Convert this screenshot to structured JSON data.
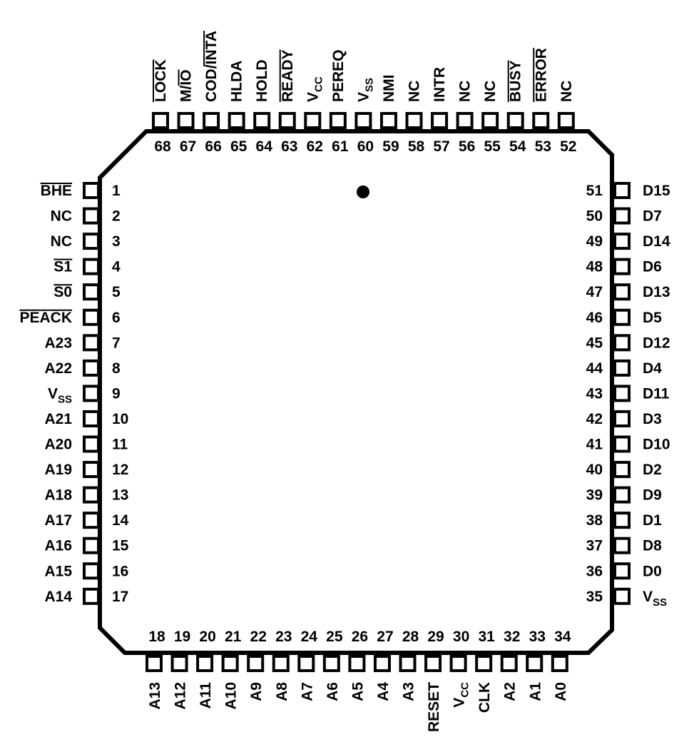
{
  "left_pins": [
    {
      "num": "1",
      "label": "BHE",
      "overbar": true
    },
    {
      "num": "2",
      "label": "NC"
    },
    {
      "num": "3",
      "label": "NC"
    },
    {
      "num": "4",
      "label": "S1",
      "overbar": true
    },
    {
      "num": "5",
      "label": "S0",
      "overbar": true
    },
    {
      "num": "6",
      "label": "PEACK",
      "overbar": true
    },
    {
      "num": "7",
      "label": "A23"
    },
    {
      "num": "8",
      "label": "A22"
    },
    {
      "num": "9",
      "label": "V",
      "sub": "SS"
    },
    {
      "num": "10",
      "label": "A21"
    },
    {
      "num": "11",
      "label": "A20"
    },
    {
      "num": "12",
      "label": "A19"
    },
    {
      "num": "13",
      "label": "A18"
    },
    {
      "num": "14",
      "label": "A17"
    },
    {
      "num": "15",
      "label": "A16"
    },
    {
      "num": "16",
      "label": "A15"
    },
    {
      "num": "17",
      "label": "A14"
    }
  ],
  "bottom_pins": [
    {
      "num": "18",
      "label": "A13"
    },
    {
      "num": "19",
      "label": "A12"
    },
    {
      "num": "20",
      "label": "A11"
    },
    {
      "num": "21",
      "label": "A10"
    },
    {
      "num": "22",
      "label": "A9"
    },
    {
      "num": "23",
      "label": "A8"
    },
    {
      "num": "24",
      "label": "A7"
    },
    {
      "num": "25",
      "label": "A6"
    },
    {
      "num": "26",
      "label": "A5"
    },
    {
      "num": "27",
      "label": "A4"
    },
    {
      "num": "28",
      "label": "A3"
    },
    {
      "num": "29",
      "label": "RESET"
    },
    {
      "num": "30",
      "label": "V",
      "sub": "CC"
    },
    {
      "num": "31",
      "label": "CLK"
    },
    {
      "num": "32",
      "label": "A2"
    },
    {
      "num": "33",
      "label": "A1"
    },
    {
      "num": "34",
      "label": "A0"
    }
  ],
  "right_pins": [
    {
      "num": "51",
      "label": "D15"
    },
    {
      "num": "50",
      "label": "D7"
    },
    {
      "num": "49",
      "label": "D14"
    },
    {
      "num": "48",
      "label": "D6"
    },
    {
      "num": "47",
      "label": "D13"
    },
    {
      "num": "46",
      "label": "D5"
    },
    {
      "num": "45",
      "label": "D12"
    },
    {
      "num": "44",
      "label": "D4"
    },
    {
      "num": "43",
      "label": "D11"
    },
    {
      "num": "42",
      "label": "D3"
    },
    {
      "num": "41",
      "label": "D10"
    },
    {
      "num": "40",
      "label": "D2"
    },
    {
      "num": "39",
      "label": "D9"
    },
    {
      "num": "38",
      "label": "D1"
    },
    {
      "num": "37",
      "label": "D8"
    },
    {
      "num": "36",
      "label": "D0"
    },
    {
      "num": "35",
      "label": "V",
      "sub": "SS"
    }
  ],
  "top_pins": [
    {
      "num": "68",
      "label": "LOCK",
      "overbar": true
    },
    {
      "num": "67",
      "label": "M/IO",
      "overbar_part": "IO"
    },
    {
      "num": "66",
      "label": "COD/INTA",
      "overbar_part": "INTA"
    },
    {
      "num": "65",
      "label": "HLDA"
    },
    {
      "num": "64",
      "label": "HOLD"
    },
    {
      "num": "63",
      "label": "READY",
      "overbar": true
    },
    {
      "num": "62",
      "label": "V",
      "sub": "CC"
    },
    {
      "num": "61",
      "label": "PEREQ"
    },
    {
      "num": "60",
      "label": "V",
      "sub": "SS"
    },
    {
      "num": "59",
      "label": "NMI"
    },
    {
      "num": "58",
      "label": "NC"
    },
    {
      "num": "57",
      "label": "INTR"
    },
    {
      "num": "56",
      "label": "NC"
    },
    {
      "num": "55",
      "label": "NC"
    },
    {
      "num": "54",
      "label": "BUSY",
      "overbar": true
    },
    {
      "num": "53",
      "label": "ERROR",
      "overbar": true
    },
    {
      "num": "52",
      "label": "NC"
    }
  ]
}
